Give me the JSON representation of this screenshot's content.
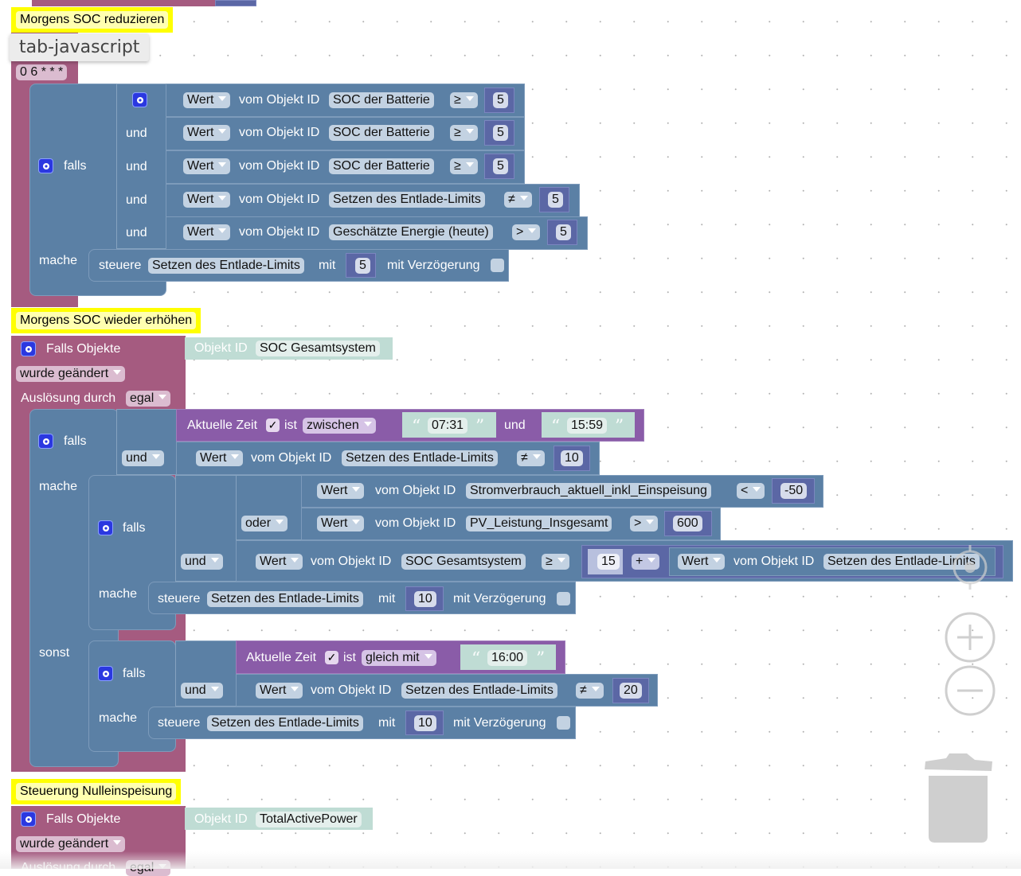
{
  "tooltip": "tab-javascript",
  "script1": {
    "comment": "Morgens SOC reduzieren",
    "cron": "0 6 * * *",
    "if_label": "falls",
    "do_label": "mache",
    "conditions": [
      {
        "join": "",
        "mode": "Wert",
        "text": "vom Objekt ID",
        "object": "SOC der Batterie",
        "op": "≥",
        "value": "5"
      },
      {
        "join": "und",
        "mode": "Wert",
        "text": "vom Objekt ID",
        "object": "SOC der Batterie",
        "op": "≥",
        "value": "5"
      },
      {
        "join": "und",
        "mode": "Wert",
        "text": "vom Objekt ID",
        "object": "SOC der Batterie",
        "op": "≥",
        "value": "5"
      },
      {
        "join": "und",
        "mode": "Wert",
        "text": "vom Objekt ID",
        "object": "Setzen des Entlade-Limits",
        "op": "≠",
        "value": "5"
      },
      {
        "join": "und",
        "mode": "Wert",
        "text": "vom Objekt ID",
        "object": "Geschätzte Energie (heute)",
        "op": ">",
        "value": "5"
      }
    ],
    "action": {
      "verb": "steuere",
      "object": "Setzen des Entlade-Limits",
      "with": "mit",
      "value": "5",
      "delay": "mit Verzögerung"
    }
  },
  "script2": {
    "comment": "Morgens SOC wieder erhöhen",
    "trigger": "Falls Objekte",
    "object_label": "Objekt ID",
    "object": "SOC Gesamtsystem",
    "changed": "wurde geändert",
    "trigger_by_label": "Auslösung durch",
    "trigger_by": "egal",
    "if_label": "falls",
    "do_label": "mache",
    "else_label": "sonst",
    "time_cond": {
      "label": "Aktuelle Zeit",
      "check": "✓",
      "is": "ist",
      "mode": "zwischen",
      "from": "07:31",
      "and": "und",
      "to": "15:59"
    },
    "and_join": "und",
    "cond2": {
      "mode": "Wert",
      "text": "vom Objekt ID",
      "object": "Setzen des Entlade-Limits",
      "op": "≠",
      "value": "10"
    },
    "inner_if": {
      "if_label": "falls",
      "do_label": "mache",
      "or_join": "oder",
      "and_join": "und",
      "or_a": {
        "mode": "Wert",
        "text": "vom Objekt ID",
        "object": "Stromverbrauch_aktuell_inkl_Einspeisung",
        "op": "<",
        "value": "-50"
      },
      "or_b": {
        "mode": "Wert",
        "text": "vom Objekt ID",
        "object": "PV_Leistung_Insgesamt",
        "op": ">",
        "value": "600"
      },
      "and_c": {
        "mode": "Wert",
        "text": "vom Objekt ID",
        "object": "SOC Gesamtsystem",
        "op": "≥",
        "num": "15",
        "plus": "+",
        "mode2": "Wert",
        "text2": "vom Objekt ID",
        "object2": "Setzen des Entlade-Limits"
      },
      "action": {
        "verb": "steuere",
        "object": "Setzen des Entlade-Limits",
        "with": "mit",
        "value": "10",
        "delay": "mit Verzögerung"
      }
    },
    "else_if": {
      "if_label": "falls",
      "do_label": "mache",
      "and_join": "und",
      "time_cond": {
        "label": "Aktuelle Zeit",
        "check": "✓",
        "is": "ist",
        "mode": "gleich mit",
        "at": "16:00"
      },
      "cond": {
        "mode": "Wert",
        "text": "vom Objekt ID",
        "object": "Setzen des Entlade-Limits",
        "op": "≠",
        "value": "20"
      },
      "action": {
        "verb": "steuere",
        "object": "Setzen des Entlade-Limits",
        "with": "mit",
        "value": "10",
        "delay": "mit Verzögerung"
      }
    }
  },
  "script3": {
    "comment": "Steuerung Nulleinspeisung",
    "trigger": "Falls Objekte",
    "object_label": "Objekt ID",
    "object": "TotalActivePower",
    "changed": "wurde geändert",
    "trigger_by_label": "Auslösung durch",
    "trigger_by": "egal"
  },
  "controls": {
    "recenter": "recenter-icon",
    "zoom_in": "zoom-in-icon",
    "zoom_out": "zoom-out-icon",
    "trash": "trash-icon"
  }
}
